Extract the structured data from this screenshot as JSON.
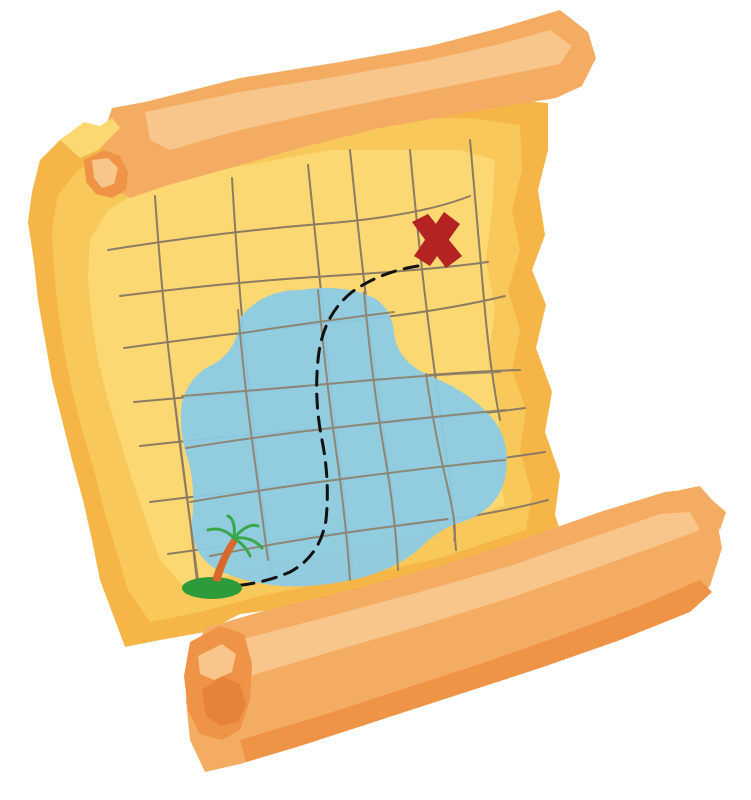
{
  "illustration": {
    "subject": "treasure-map-scroll",
    "colors": {
      "background": "#ffffff",
      "paper_edge": "#f5b547",
      "paper_mid": "#f8c95a",
      "paper_light": "#fbd872",
      "roll_main": "#f4ac62",
      "roll_light": "#f8c58a",
      "roll_dark": "#ef9346",
      "roll_shadow": "#e7823a",
      "grid_line": "#8d7b62",
      "lake": "#8ccbe5",
      "path_dash": "#111111",
      "x_mark": "#b52222",
      "island": "#2e9b3b",
      "palm_trunk": "#d8692a",
      "palm_leaves": "#3aa84a"
    },
    "elements": [
      "parchment-sheet",
      "top-scroll-roll",
      "bottom-scroll-roll",
      "grid-lines",
      "lake",
      "dashed-path",
      "x-mark",
      "island",
      "palm-tree"
    ]
  }
}
